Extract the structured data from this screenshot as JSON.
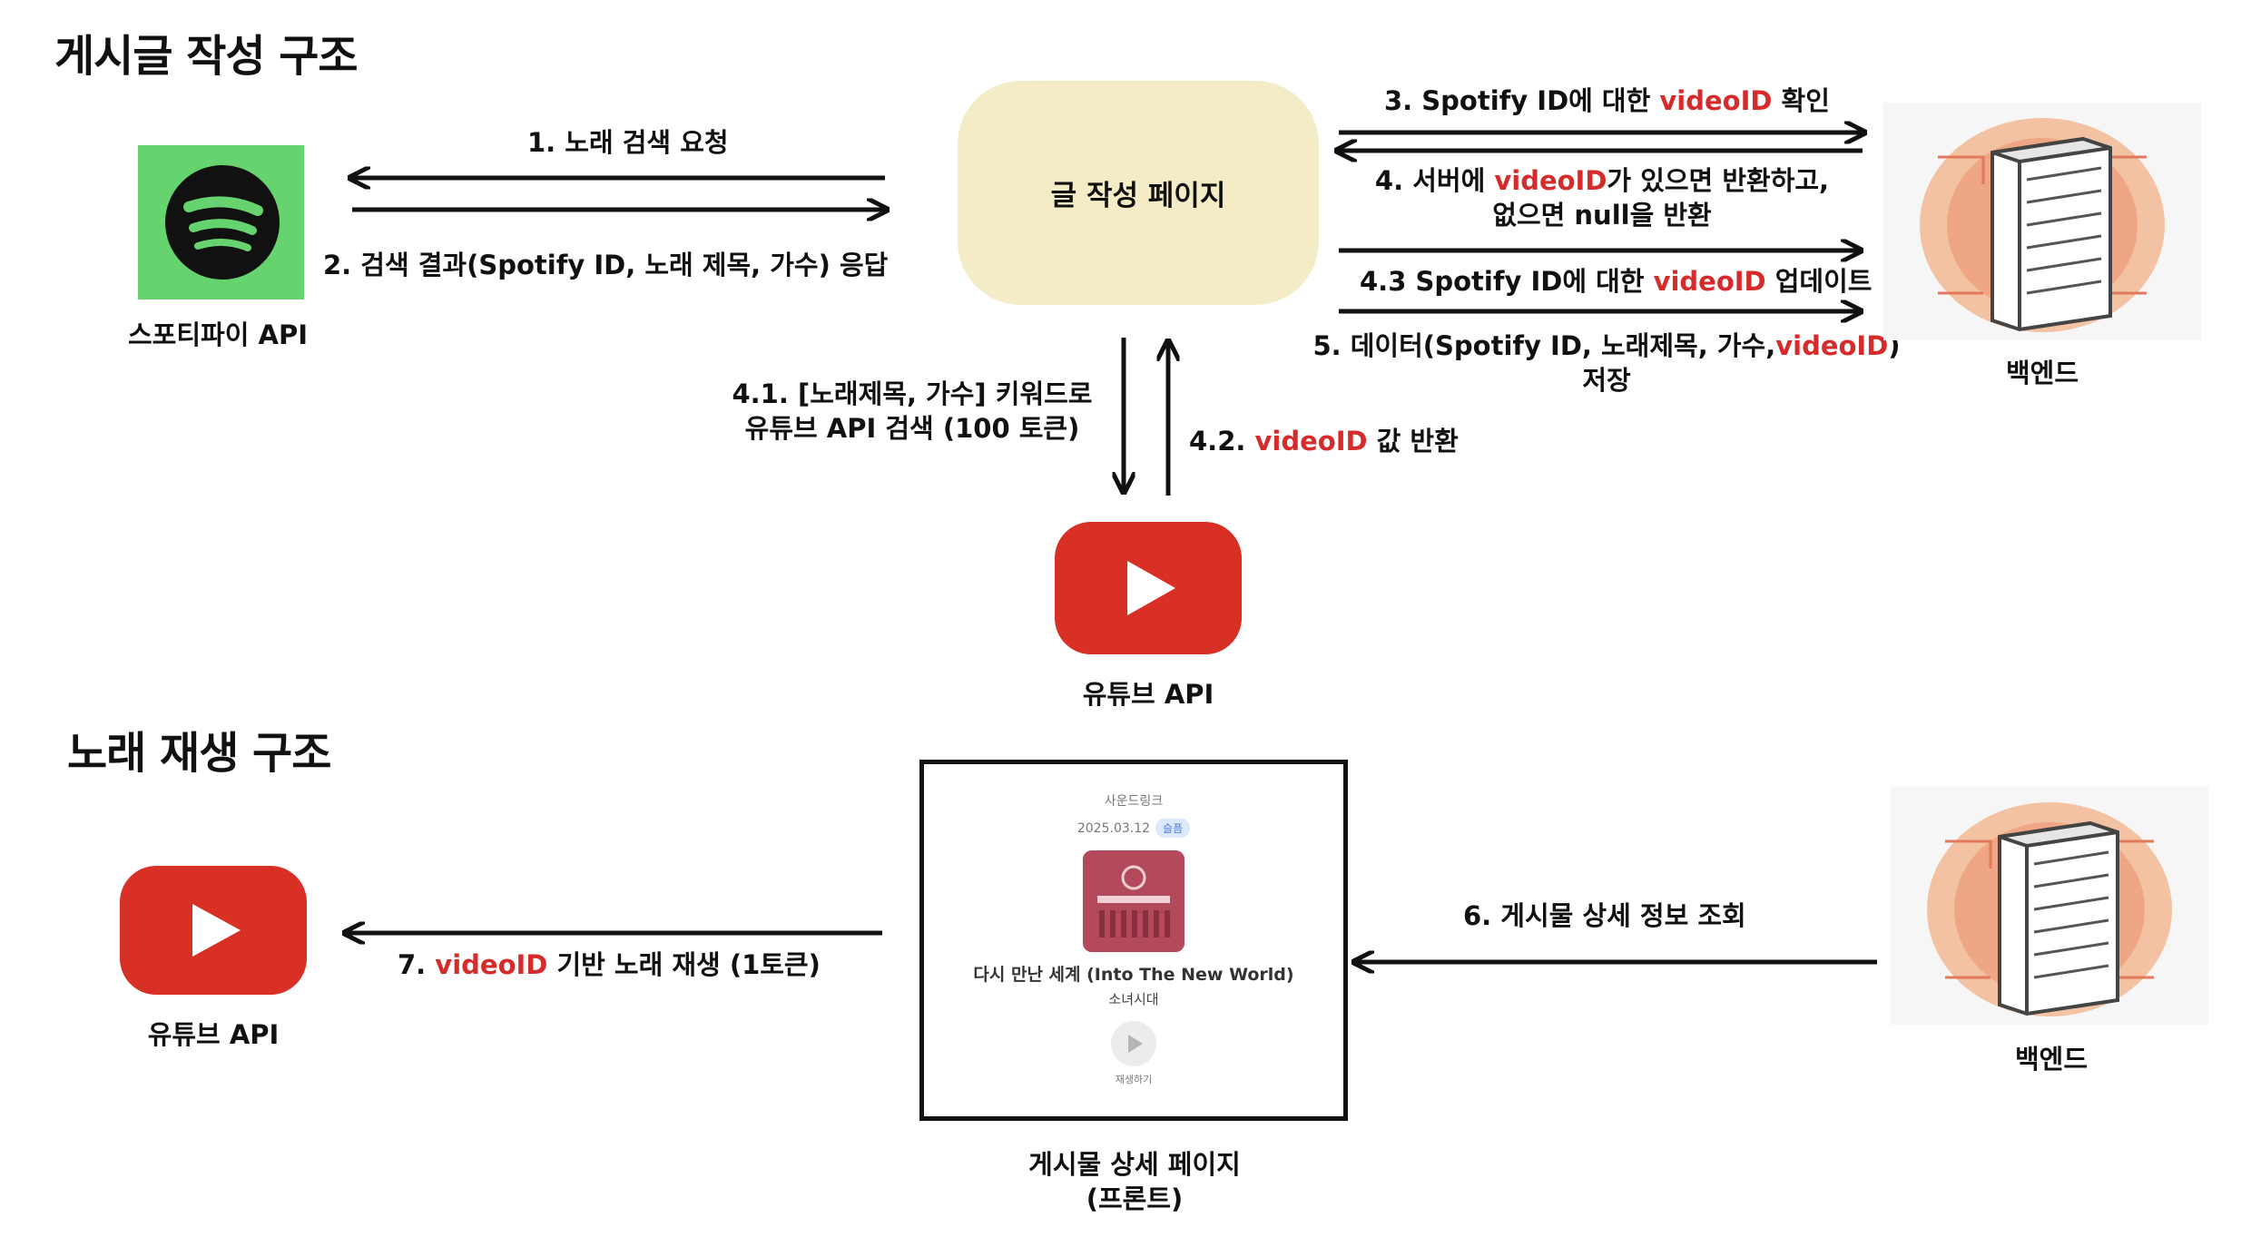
{
  "section_titles": {
    "write": "게시글 작성 구조",
    "play": "노래 재생 구조"
  },
  "nodes": {
    "spotify_api": "스포티파이 API",
    "write_page": "글 작성 페이지",
    "backend_top": "백엔드",
    "youtube_top": "유튜브 API",
    "youtube_bottom": "유튜브 API",
    "backend_bottom": "백엔드",
    "detail_page_line1": "게시물 상세 페이지",
    "detail_page_line2": "(프론트)"
  },
  "steps": {
    "s1": "1. 노래 검색 요청",
    "s2": "2. 검색 결과(Spotify ID, 노래 제목, 가수) 응답",
    "s3_pre": "3. Spotify ID에 대한 ",
    "s3_red": "videoID",
    "s3_post": " 확인",
    "s4_l1_pre": "4. 서버에 ",
    "s4_l1_red": "videoID",
    "s4_l1_post": "가 있으면 반환하고,",
    "s4_l2": "없으면 null을 반환",
    "s43_pre": "4.3 Spotify ID에 대한 ",
    "s43_red": "videoID",
    "s43_post": " 업데이트",
    "s5_l1_pre": "5. 데이터(Spotify ID, 노래제목, 가수,",
    "s5_l1_red": "videoID",
    "s5_l1_post": ")",
    "s5_l2": "저장",
    "s41_l1": "4.1. [노래제목, 가수] 키워드로",
    "s41_l2": "유튜브 API 검색 (100 토큰)",
    "s42_pre": "4.2. ",
    "s42_red": "videoID",
    "s42_post": " 값 반환",
    "s6": "6. 게시물 상세 정보 조회",
    "s7_pre": "7. ",
    "s7_red": "videoID",
    "s7_post": " 기반 노래 재생 (1토큰)"
  },
  "detail_card": {
    "category": "사운드링크",
    "date": "2025.03.12",
    "tag": "슬픔",
    "song_title": "다시 만난 세계 (Into The New World)",
    "artist": "소녀시대",
    "play_label": "재생하기"
  },
  "colors": {
    "accent_red": "#d62b2b",
    "spotify_green": "#65d46e",
    "youtube_red": "#d93025",
    "page_box": "#f3ecc6"
  },
  "icons": [
    "spotify-logo-icon",
    "youtube-logo-icon",
    "server-icon"
  ]
}
